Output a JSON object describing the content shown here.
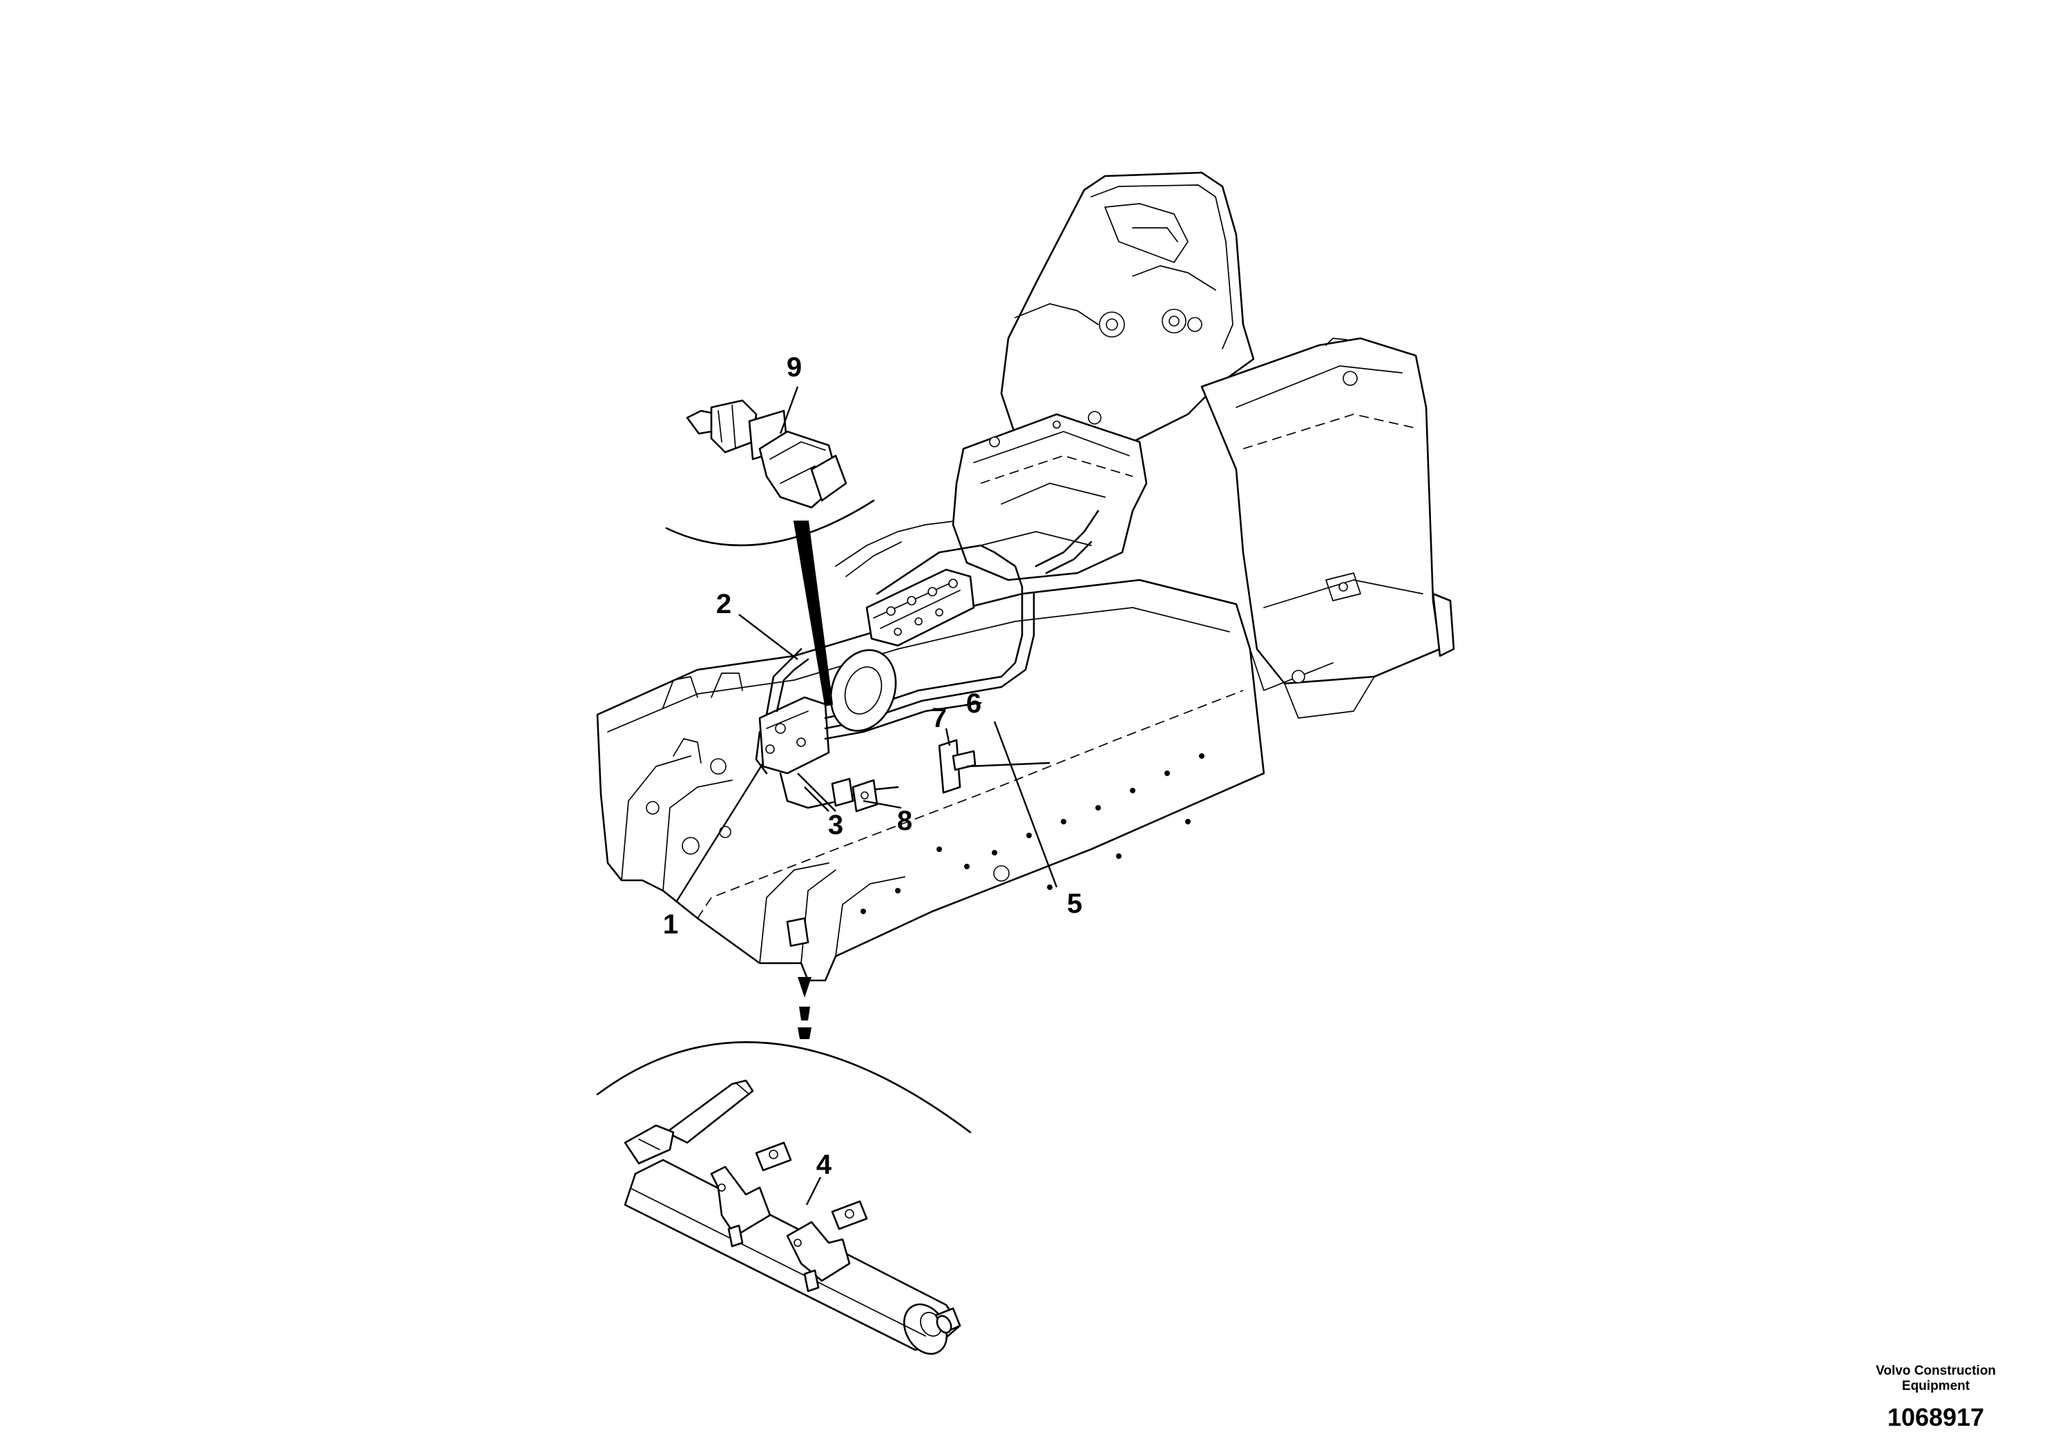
{
  "callouts": {
    "c1": "1",
    "c2": "2",
    "c3": "3",
    "c4": "4",
    "c5": "5",
    "c6": "6",
    "c7": "7",
    "c8": "8",
    "c9": "9"
  },
  "brand": "Volvo Construction Equipment",
  "part_number": "1068917"
}
